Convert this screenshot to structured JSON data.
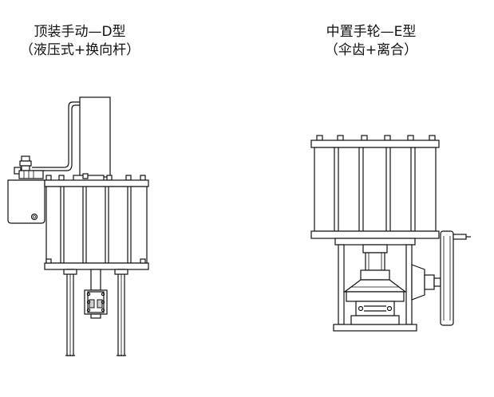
{
  "left_variant": {
    "title": "顶装手动—D型",
    "subtitle": "（液压式+换向杆）"
  },
  "right_variant": {
    "title": "中置手轮—E型",
    "subtitle": "（伞齿+离合）"
  }
}
